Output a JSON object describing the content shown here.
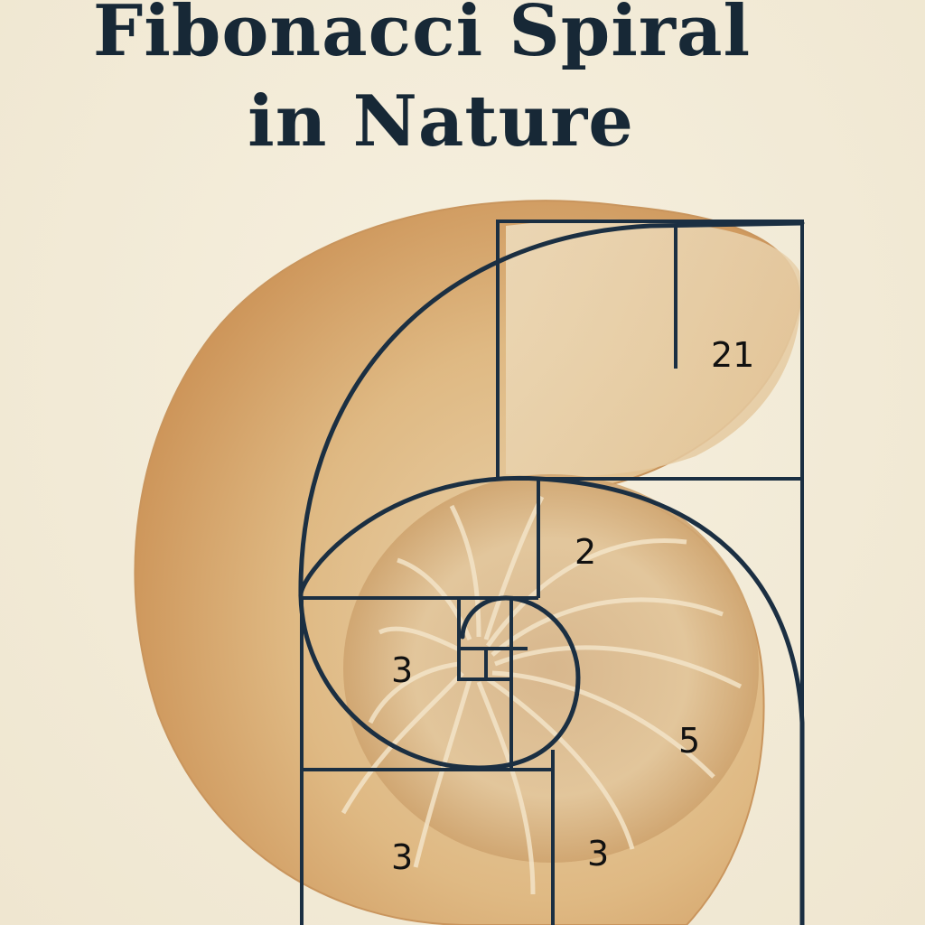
{
  "title": {
    "line1": "Fibonacci Spiral",
    "line2": "in Nature"
  },
  "labels": {
    "square_21": "21",
    "square_2": "2",
    "square_3_left": "3",
    "square_5": "5",
    "square_3_bottom_left": "3",
    "square_3_bottom_mid": "3"
  },
  "colors": {
    "background": "#f3ecd9",
    "ink": "#1b2f42",
    "shell_light": "#ead7b6",
    "shell_dark": "#c88d52"
  }
}
